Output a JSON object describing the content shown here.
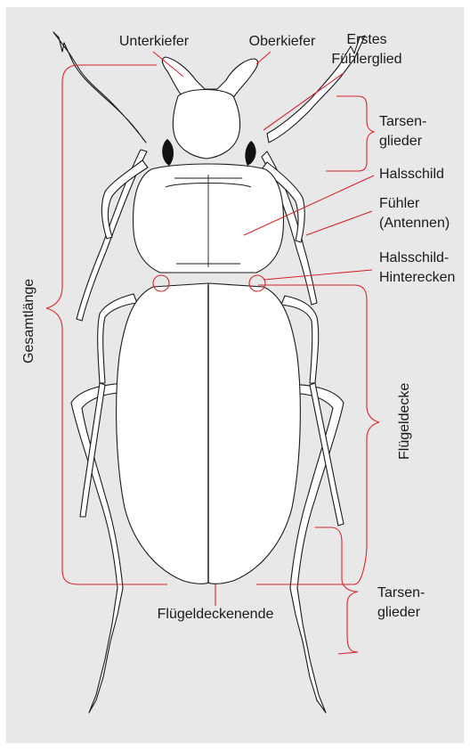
{
  "labels": {
    "unterkiefer": "Unterkiefer",
    "oberkiefer": "Oberkiefer",
    "erstes_1": "Erstes",
    "erstes_2": "Fühlerglied",
    "tarsen_top_1": "Tarsen-",
    "tarsen_top_2": "glieder",
    "halsschild": "Halsschild",
    "fuehler_1": "Fühler",
    "fuehler_2": "(Antennen)",
    "hinterecken_1": "Halsschild-",
    "hinterecken_2": "Hinterecken",
    "gesamtlaenge": "Gesamtlänge",
    "fluegeldecke": "Flügeldecke",
    "fluegeldeckenende": "Flügeldeckenende",
    "tarsen_bottom_1": "Tarsen-",
    "tarsen_bottom_2": "glieder"
  },
  "colors": {
    "background": "#e8e8e8",
    "leader": "#d9232e",
    "outline": "#1a1a1a",
    "body_fill": "#ffffff"
  }
}
